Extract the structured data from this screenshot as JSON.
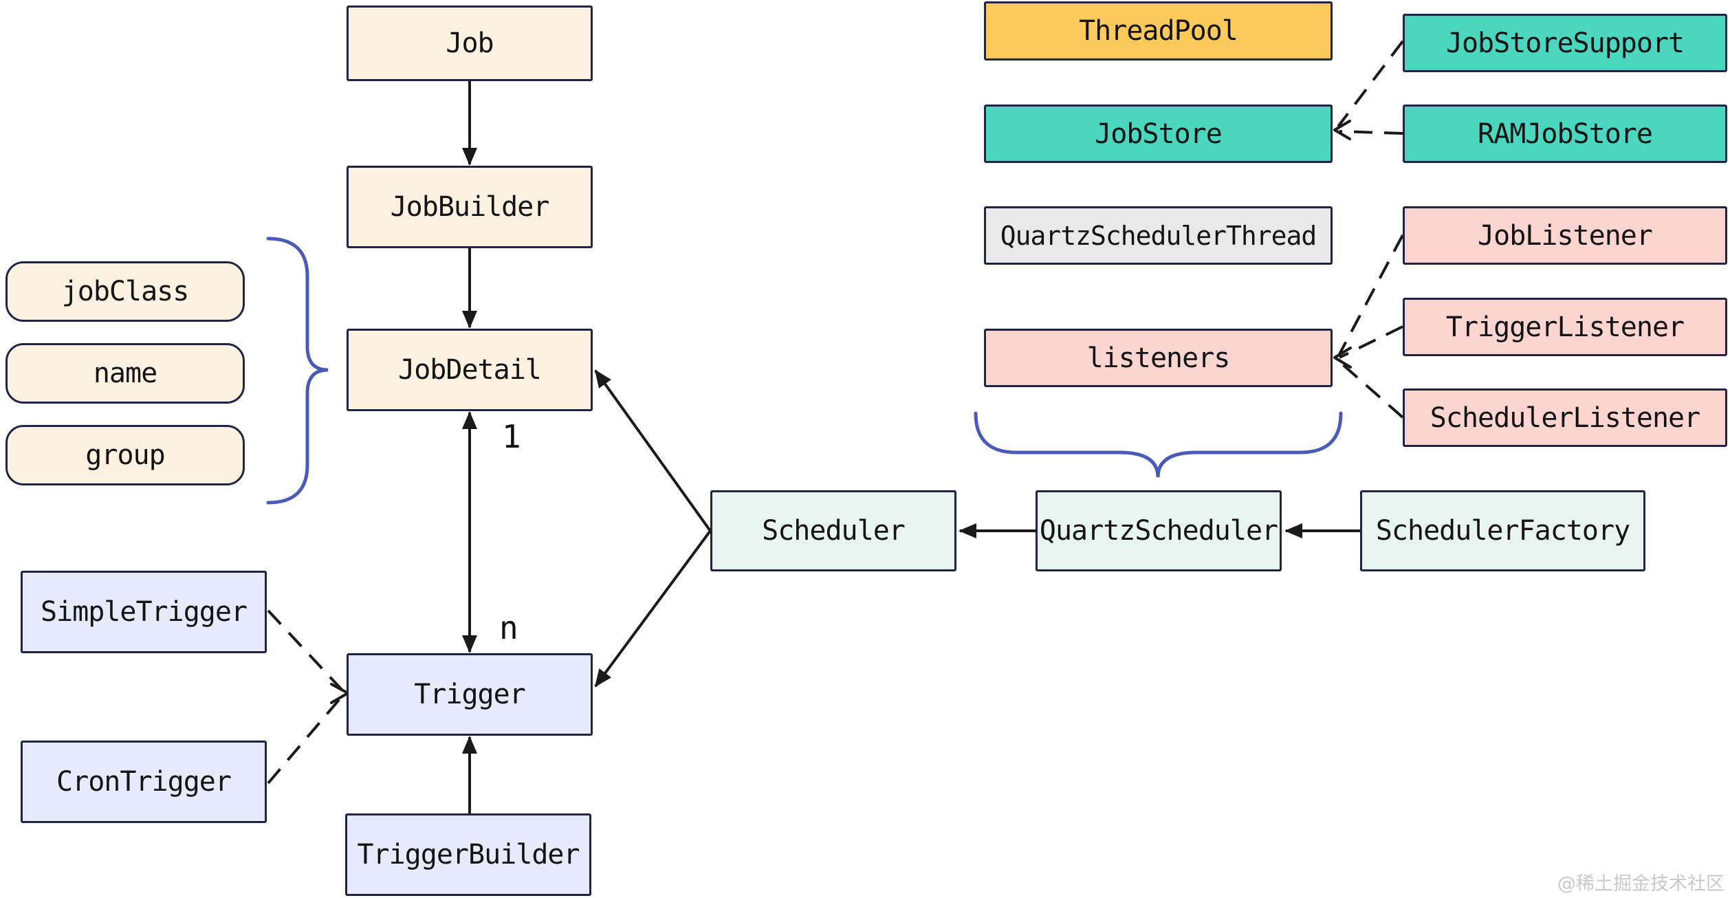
{
  "diagram": {
    "nodes": {
      "job": {
        "label": "Job"
      },
      "jobBuilder": {
        "label": "JobBuilder"
      },
      "jobDetail": {
        "label": "JobDetail"
      },
      "jobClass": {
        "label": "jobClass"
      },
      "name": {
        "label": "name"
      },
      "group": {
        "label": "group"
      },
      "simpleTrigger": {
        "label": "SimpleTrigger"
      },
      "cronTrigger": {
        "label": "CronTrigger"
      },
      "trigger": {
        "label": "Trigger"
      },
      "triggerBuilder": {
        "label": "TriggerBuilder"
      },
      "scheduler": {
        "label": "Scheduler"
      },
      "quartzScheduler": {
        "label": "QuartzScheduler"
      },
      "schedulerFactory": {
        "label": "SchedulerFactory"
      },
      "threadPool": {
        "label": "ThreadPool"
      },
      "jobStore": {
        "label": "JobStore"
      },
      "quartzSchedulerThread": {
        "label": "QuartzSchedulerThread"
      },
      "listeners": {
        "label": "listeners"
      },
      "jobStoreSupport": {
        "label": "JobStoreSupport"
      },
      "ramJobStore": {
        "label": "RAMJobStore"
      },
      "jobListener": {
        "label": "JobListener"
      },
      "triggerListener": {
        "label": "TriggerListener"
      },
      "schedulerListener": {
        "label": "SchedulerListener"
      }
    },
    "multiplicity": {
      "one": "1",
      "many": "n"
    },
    "watermark": "@稀土掘金技术社区",
    "colors": {
      "cream": "#fdf2e2",
      "orange": "#fbca5b",
      "teal": "#4bd6bf",
      "gray": "#e9e9ea",
      "pink": "#fcd5d1",
      "lavender": "#e6eafb",
      "mint": "#e7f4ef",
      "border": "#1f2344",
      "brace_blue": "#4a5ab8",
      "line_black": "#1a1a1a",
      "watermark_gray": "#c9c9c9"
    }
  }
}
